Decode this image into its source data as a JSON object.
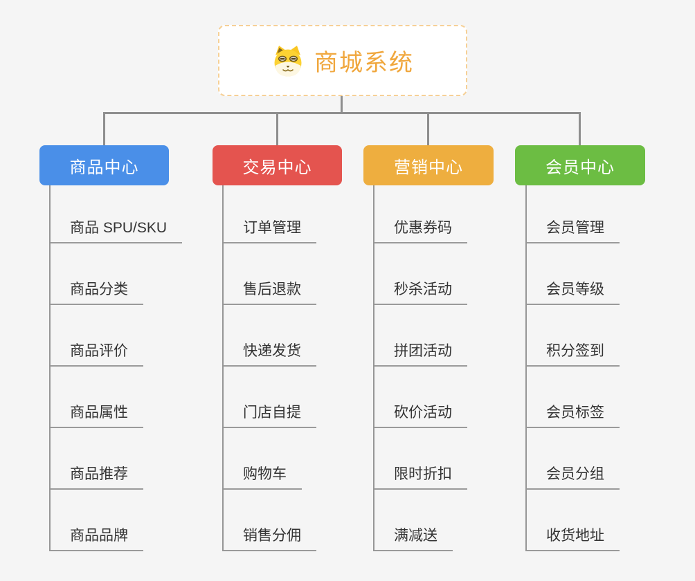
{
  "page": {
    "background": "#f5f5f5",
    "connector_color": "#8e8e8e",
    "underline_color": "#9a9a9a"
  },
  "root": {
    "title": "商城系统",
    "icon": "doge-icon",
    "text_color": "#f0a73d",
    "border_color": "#f6d096"
  },
  "branches": [
    {
      "label": "商品中心",
      "color": "#4a8fe8",
      "items": [
        "商品 SPU/SKU",
        "商品分类",
        "商品评价",
        "商品属性",
        "商品推荐",
        "商品品牌"
      ]
    },
    {
      "label": "交易中心",
      "color": "#e4544f",
      "items": [
        "订单管理",
        "售后退款",
        "快递发货",
        "门店自提",
        "购物车",
        "销售分佣"
      ]
    },
    {
      "label": "营销中心",
      "color": "#eeae3f",
      "items": [
        "优惠券码",
        "秒杀活动",
        "拼团活动",
        "砍价活动",
        "限时折扣",
        "满减送"
      ]
    },
    {
      "label": "会员中心",
      "color": "#6cbd43",
      "items": [
        "会员管理",
        "会员等级",
        "积分签到",
        "会员标签",
        "会员分组",
        "收货地址"
      ]
    }
  ]
}
